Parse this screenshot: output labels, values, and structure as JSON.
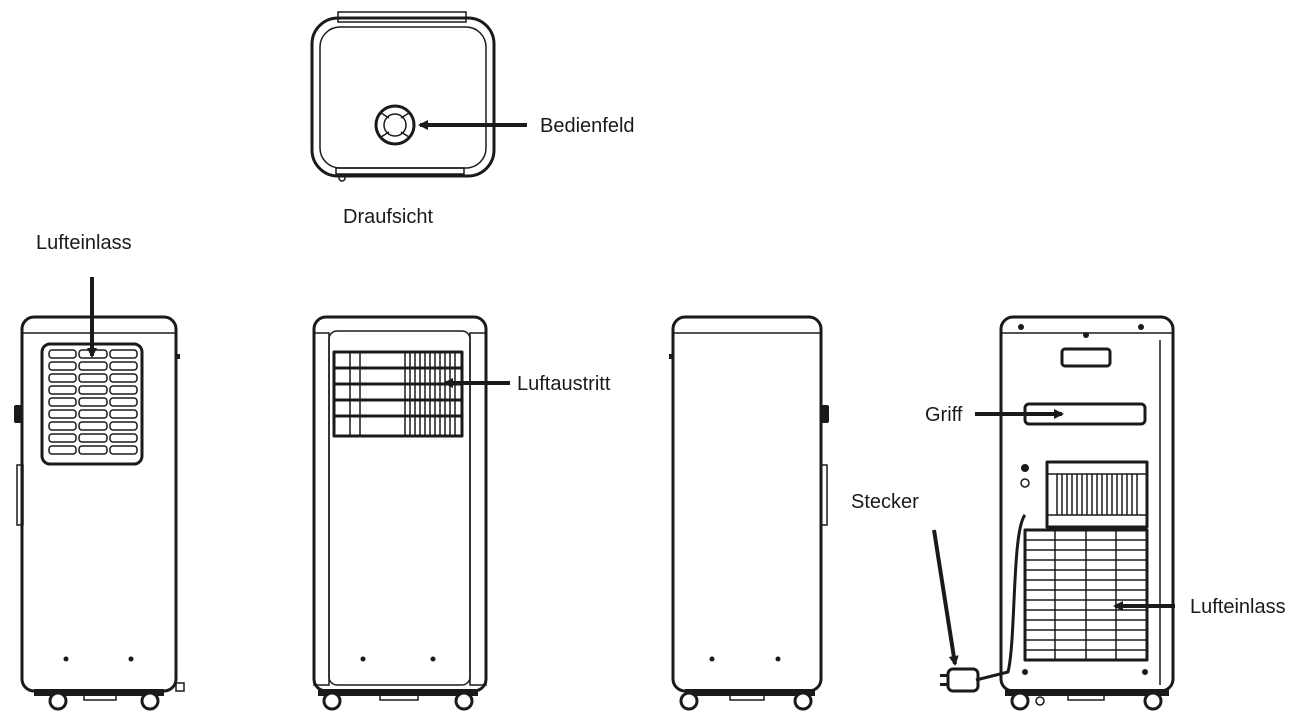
{
  "figure": {
    "top_view_caption": "Draufsicht",
    "labels": {
      "control_panel": "Bedienfeld",
      "air_inlet_left": "Lufteinlass",
      "air_outlet": "Luftaustritt",
      "handle": "Griff",
      "plug": "Stecker",
      "air_inlet_right": "Lufteinlass"
    }
  }
}
